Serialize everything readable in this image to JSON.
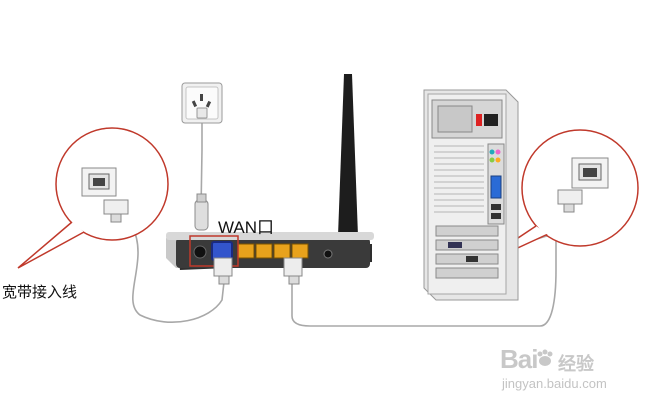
{
  "labels": {
    "wan_port": "WAN口",
    "broadband_line": "宽带接入线"
  },
  "watermark": {
    "brand": "Bai经验",
    "brand_main": "Bai",
    "brand_sub": "经验",
    "url": "jingyan.baidu.com"
  },
  "colors": {
    "callout_ring": "#c0392b",
    "wan_port_highlight": "#3355cc",
    "lan_port": "#e8a21c",
    "cable": "#9a9a9a",
    "router_body": "#2a2a2a"
  },
  "icons": [
    "power-outlet-icon",
    "wireless-router",
    "antenna",
    "desktop-pc-tower",
    "rj45-wall-jack-icon",
    "rj45-plug-icon",
    "paw-icon"
  ]
}
